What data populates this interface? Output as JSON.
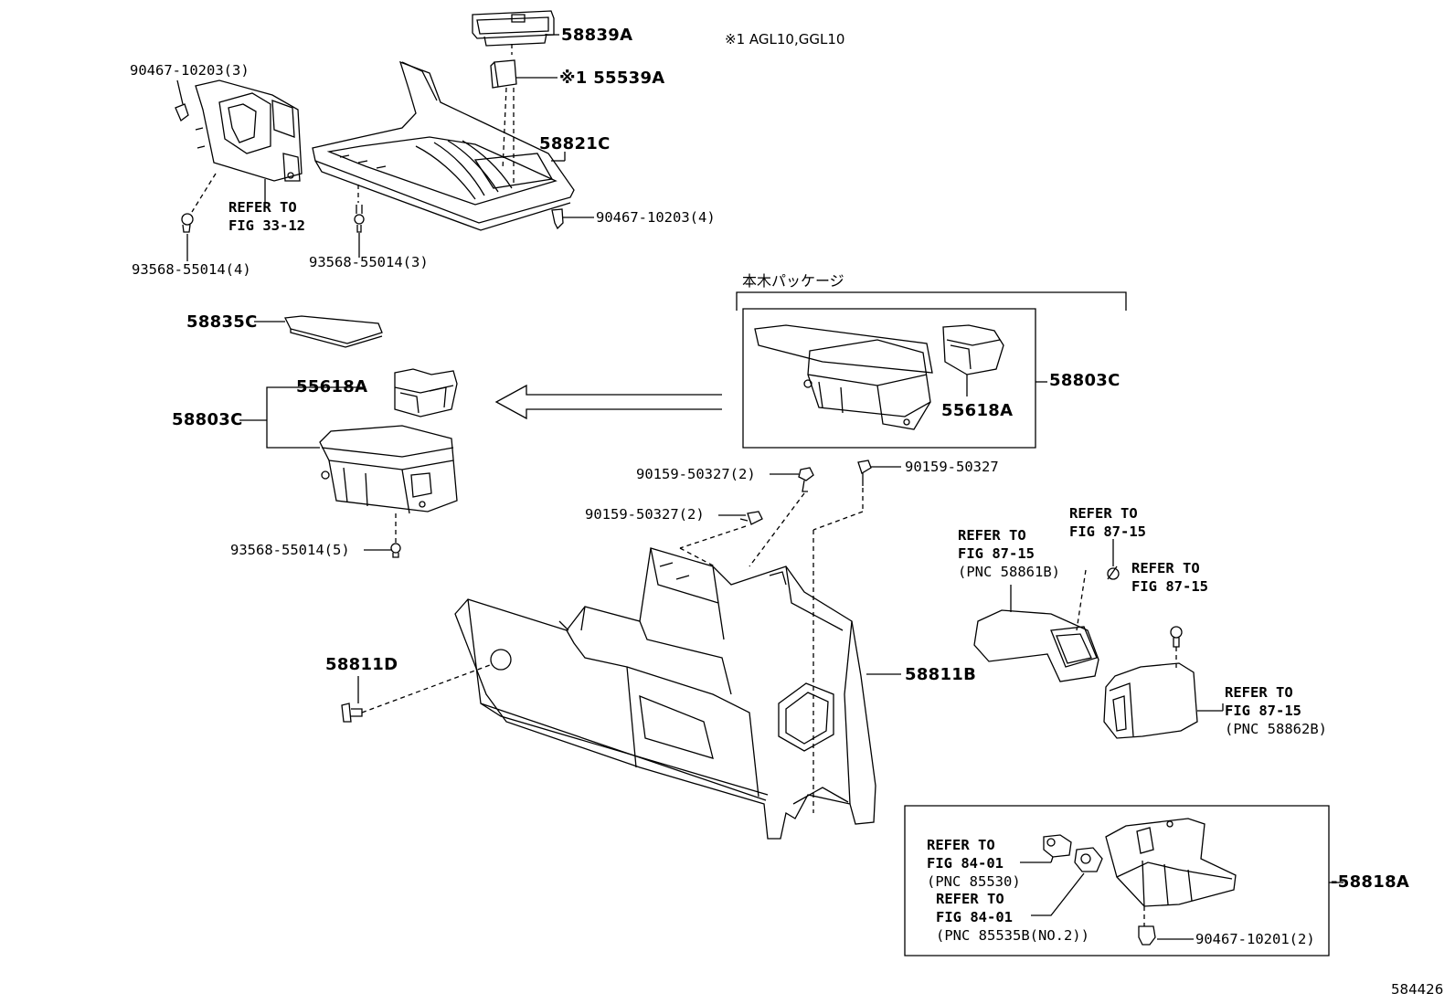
{
  "note_variant": "※1 AGL10,GGL10",
  "package_label": "本木パッケージ",
  "image_id": "584426",
  "parts": {
    "p58839A": "58839A",
    "p55539A": "※1 55539A",
    "p58821C": "58821C",
    "p90467_10203_3": "90467-10203(3)",
    "p90467_10203_4": "90467-10203(4)",
    "p93568_55014_4": "93568-55014(4)",
    "p93568_55014_3": "93568-55014(3)",
    "p58835C": "58835C",
    "p55618A_left": "55618A",
    "p58803C_left": "58803C",
    "p93568_55014_5": "93568-55014(5)",
    "p58803C_right": "58803C",
    "p55618A_right": "55618A",
    "p90159_50327_2a": "90159-50327(2)",
    "p90159_50327_2b": "90159-50327(2)",
    "p90159_50327": "90159-50327",
    "p58811D": "58811D",
    "p58811B": "58811B",
    "p58818A": "-58818A",
    "p90467_10201_2": "90467-10201(2)"
  },
  "refs": {
    "fig33_12": [
      "REFER TO",
      "FIG 33-12"
    ],
    "fig87_15_a": [
      "REFER TO",
      "FIG 87-15",
      "(PNC 58861B)"
    ],
    "fig87_15_b": [
      "REFER TO",
      "FIG 87-15"
    ],
    "fig87_15_c": [
      "REFER TO",
      "FIG 87-15"
    ],
    "fig87_15_d": [
      "REFER TO",
      "FIG 87-15",
      "(PNC 58862B)"
    ],
    "fig84_01_a": [
      "REFER TO",
      "FIG 84-01",
      "(PNC 85530)"
    ],
    "fig84_01_b": [
      "REFER TO",
      "FIG 84-01",
      "(PNC 85535B(NO.2))"
    ]
  }
}
